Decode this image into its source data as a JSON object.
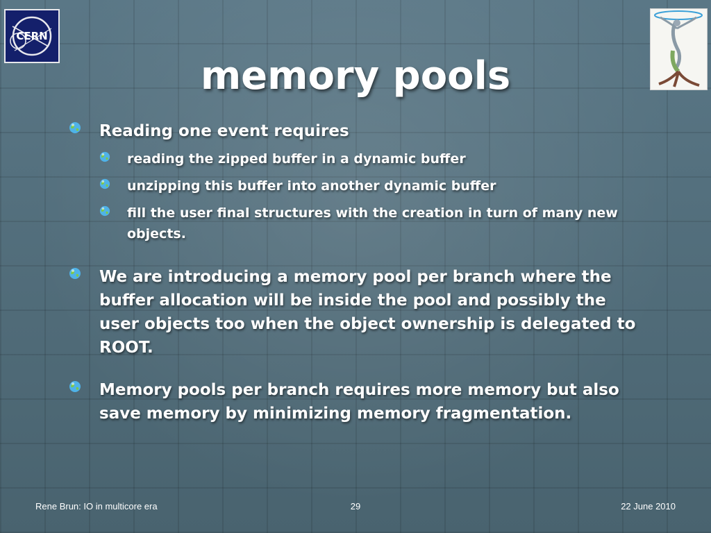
{
  "logos": {
    "left": "CERN",
    "right": "figure-logo"
  },
  "title": "memory pools",
  "bullets": [
    {
      "text": "Reading one event requires",
      "children": [
        "reading the zipped buffer in a dynamic buffer",
        "unzipping this buffer into another dynamic buffer",
        "fill the user final structures with the creation in turn of many new objects."
      ]
    },
    {
      "text": "We are introducing a memory pool per branch where the buffer allocation will be inside the pool and possibly the user objects too when the object ownership is delegated to ROOT."
    },
    {
      "text": "Memory pools per branch requires more memory but also save memory by minimizing memory fragmentation."
    }
  ],
  "footer": {
    "left": "Rene Brun: IO in multicore era",
    "page_number": "29",
    "date": "22 June 2010"
  },
  "colors": {
    "background": "#4e6b7a",
    "text": "#ffffff",
    "bullet": "#4fb3e8",
    "cern_logo": "#14206b"
  }
}
